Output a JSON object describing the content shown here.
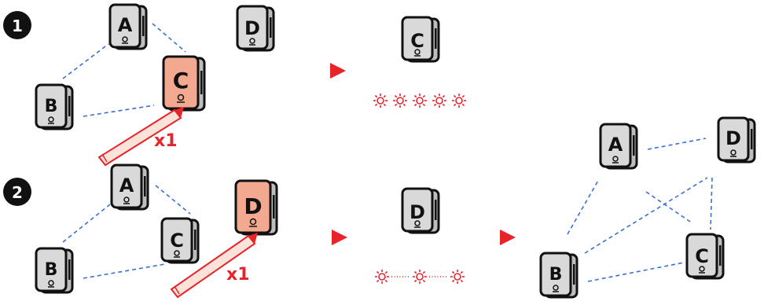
{
  "steps": [
    {
      "number": "1",
      "multiplier": "x1",
      "highlighted": "C"
    },
    {
      "number": "2",
      "multiplier": "x1",
      "highlighted": "D"
    }
  ],
  "devices": {
    "a": "A",
    "b": "B",
    "c": "C",
    "d": "D"
  },
  "colors": {
    "accent": "#e8242b",
    "highlight": "#f2a98f",
    "link": "#3b6fd6"
  },
  "icons": [
    "step-badge-icon",
    "device-icon",
    "pen-icon",
    "arrow-right-icon",
    "blink-indicator-icon"
  ]
}
